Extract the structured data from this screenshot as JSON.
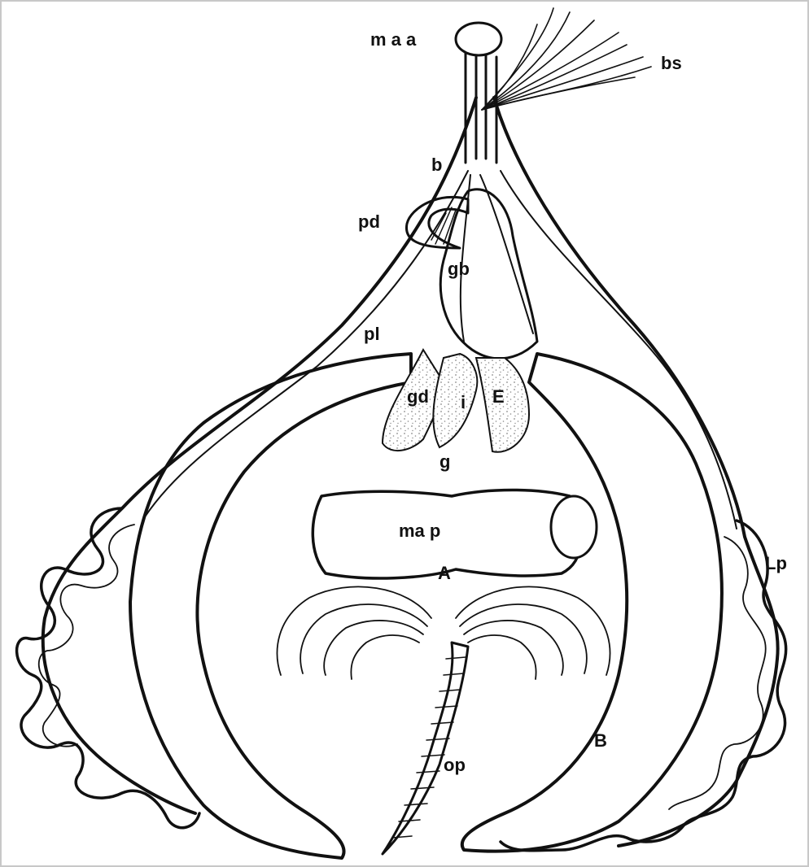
{
  "labels": {
    "maa": "m a a",
    "bs": "bs",
    "b": "b",
    "pd": "pd",
    "gb": "gb",
    "pl": "pl",
    "gd": "gd",
    "i": "i",
    "E": "E",
    "g": "g",
    "map": "ma p",
    "A": "A",
    "Lp": "Lp",
    "B": "B",
    "op": "op"
  },
  "colors": {
    "ink": "#111111",
    "stipple": "#9a9a9a",
    "background": "#ffffff"
  }
}
